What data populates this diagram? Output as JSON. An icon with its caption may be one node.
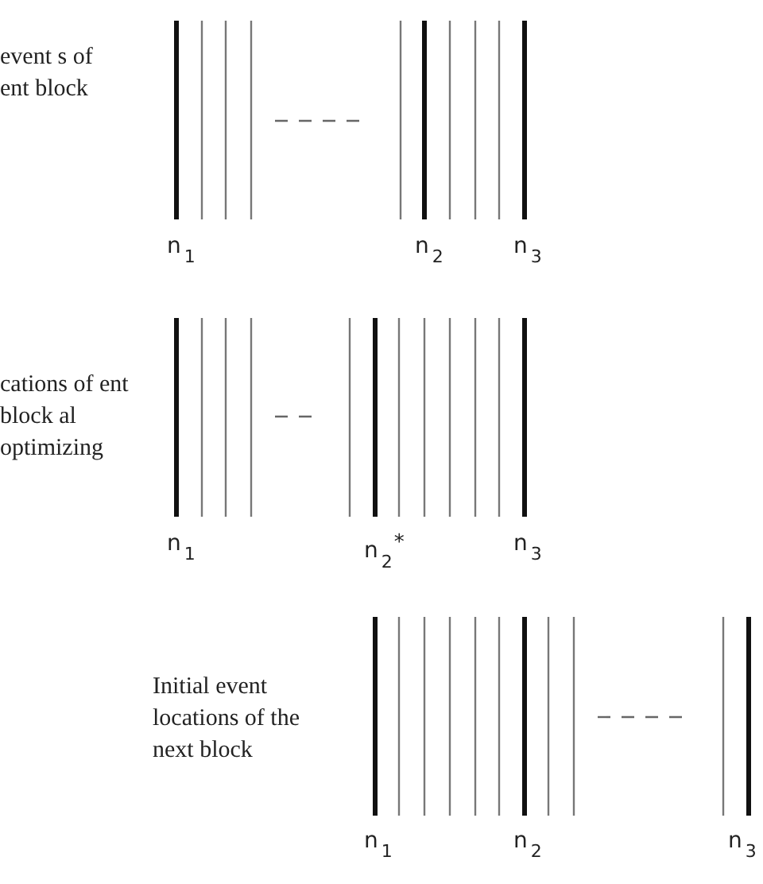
{
  "diagram": {
    "labels": [
      "event s of ent block",
      "n$_{1}$",
      "n$_{2}$",
      "n$_{3}$",
      "cations of ent block al optimizing",
      "n$_{1}$",
      "n$_{2}$$^{*}$",
      "n$_{3}$",
      "Initial event locations of the next block",
      "n$_{1}$",
      "n$_{2}$",
      "n$_{3}$"
    ]
  }
}
